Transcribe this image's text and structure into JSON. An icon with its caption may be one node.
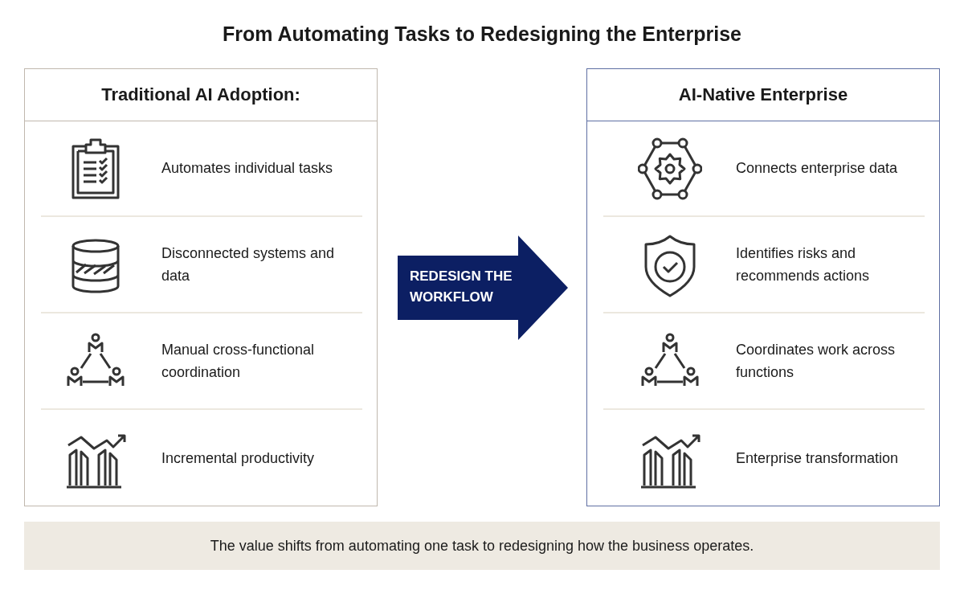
{
  "diagram": {
    "title": "From Automating Tasks to Redesigning the Enterprise",
    "nodes": [
      {
        "text": [
          "Traditional AI Adoption:"
        ]
      },
      {
        "text": [
          "Automates individual tasks"
        ],
        "in": 0
      },
      {
        "text": [
          "Disconnected systems and data"
        ],
        "in": 0
      },
      {
        "text": [
          "Manual cross-functional coordination"
        ],
        "in": 0
      },
      {
        "text": [
          "Incremental productivity"
        ],
        "in": 0
      },
      {
        "text": [
          "REDESIGN THE WORKFLOW"
        ]
      },
      {
        "text": [
          "AI-Native Enterprise"
        ]
      },
      {
        "text": [
          "Connects enterprise data"
        ],
        "in": 6
      },
      {
        "text": [
          "Identifies risks and recommends actions"
        ],
        "in": 6
      },
      {
        "text": [
          "Coordinates work across functions"
        ],
        "in": 6
      },
      {
        "text": [
          "Enterprise transformation"
        ],
        "in": 6
      },
      {
        "text": [
          "The value shifts from automating one task to redesigning how the business operates."
        ]
      }
    ]
  }
}
